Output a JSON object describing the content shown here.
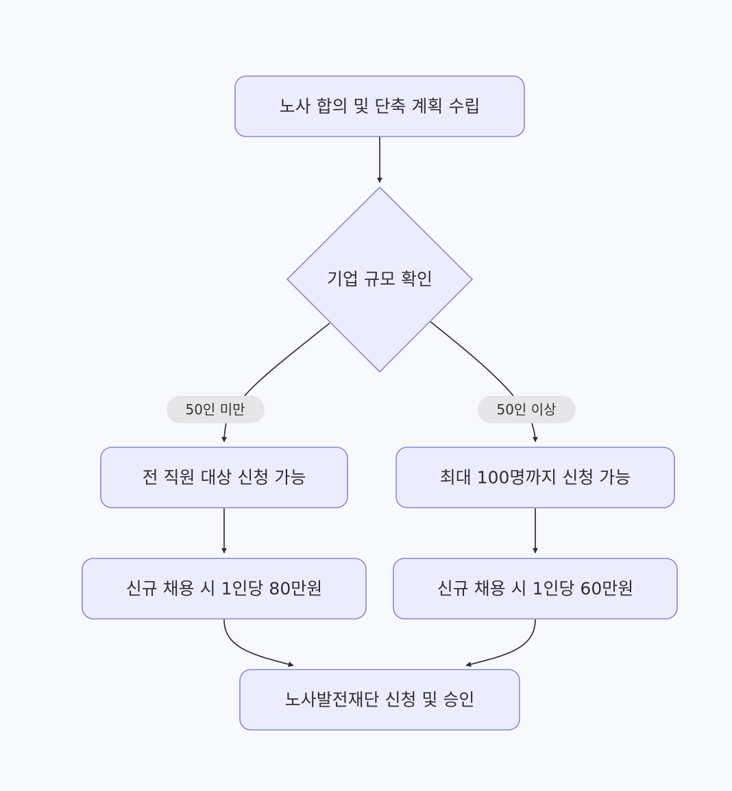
{
  "diagram": {
    "type": "flowchart",
    "nodes": {
      "start": "노사 합의 및 단축 계획 수립",
      "decision": "기업 규모 확인",
      "left_1": "전 직원 대상 신청 가능",
      "right_1": "최대 100명까지 신청 가능",
      "left_2": "신규 채용 시 1인당 80만원",
      "right_2": "신규 채용 시 1인당 60만원",
      "end": "노사발전재단 신청 및 승인"
    },
    "edge_labels": {
      "left": "50인 미만",
      "right": "50인 이상"
    },
    "edges": [
      {
        "from": "start",
        "to": "decision"
      },
      {
        "from": "decision",
        "to": "left_1",
        "label": "50인 미만"
      },
      {
        "from": "decision",
        "to": "right_1",
        "label": "50인 이상"
      },
      {
        "from": "left_1",
        "to": "left_2"
      },
      {
        "from": "right_1",
        "to": "right_2"
      },
      {
        "from": "left_2",
        "to": "end"
      },
      {
        "from": "right_2",
        "to": "end"
      }
    ]
  }
}
